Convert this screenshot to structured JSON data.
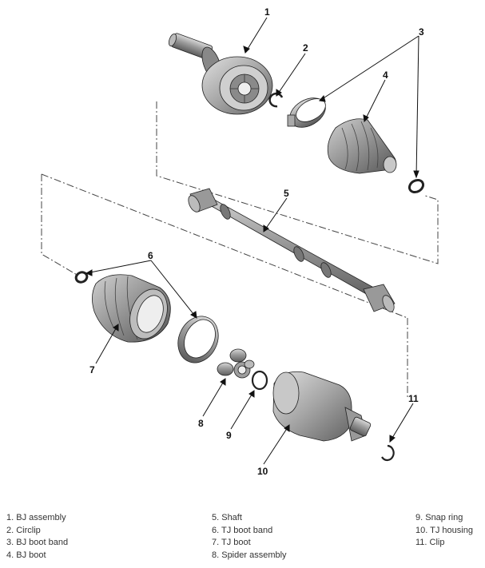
{
  "callouts": [
    "1",
    "2",
    "3",
    "4",
    "5",
    "6",
    "7",
    "8",
    "9",
    "10",
    "11"
  ],
  "legend": {
    "col1": [
      "1. BJ assembly",
      "2. Circlip",
      "3. BJ boot band",
      "4. BJ boot"
    ],
    "col2": [
      "5. Shaft",
      "6. TJ boot band",
      "7. TJ boot",
      "8. Spider assembly"
    ],
    "col3": [
      "9. Snap ring",
      "10. TJ housing",
      "11. Clip"
    ]
  }
}
